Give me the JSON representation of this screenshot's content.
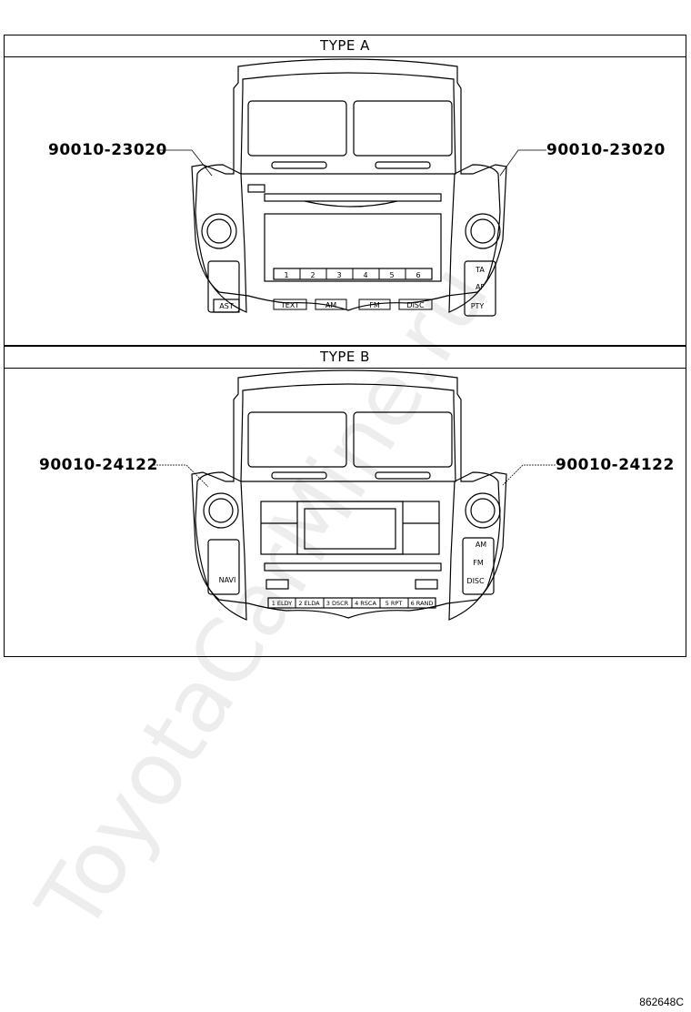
{
  "sections": [
    {
      "header": "TYPE A",
      "left_part": "90010-23020",
      "right_part": "90010-23020",
      "preset_numbers": [
        "1",
        "2",
        "3",
        "4",
        "5",
        "6"
      ],
      "mode_buttons": [
        "TEXT",
        "AM",
        "FM",
        "DISC"
      ],
      "left_button": "AST",
      "right_buttons": [
        "TA",
        "AF",
        "PTY"
      ]
    },
    {
      "header": "TYPE B",
      "left_part": "90010-24122",
      "right_part": "90010-24122",
      "preset_labels": [
        "1 ELDY",
        "2 ELDA",
        "3 DSCR",
        "4 RSCA",
        "5 RPT",
        "6 RAND"
      ],
      "left_button": "NAVI",
      "right_buttons": [
        "AM",
        "FM",
        "DISC"
      ]
    }
  ],
  "watermark": "ToyotaCarMine.ru",
  "figure_ref": "862648C"
}
